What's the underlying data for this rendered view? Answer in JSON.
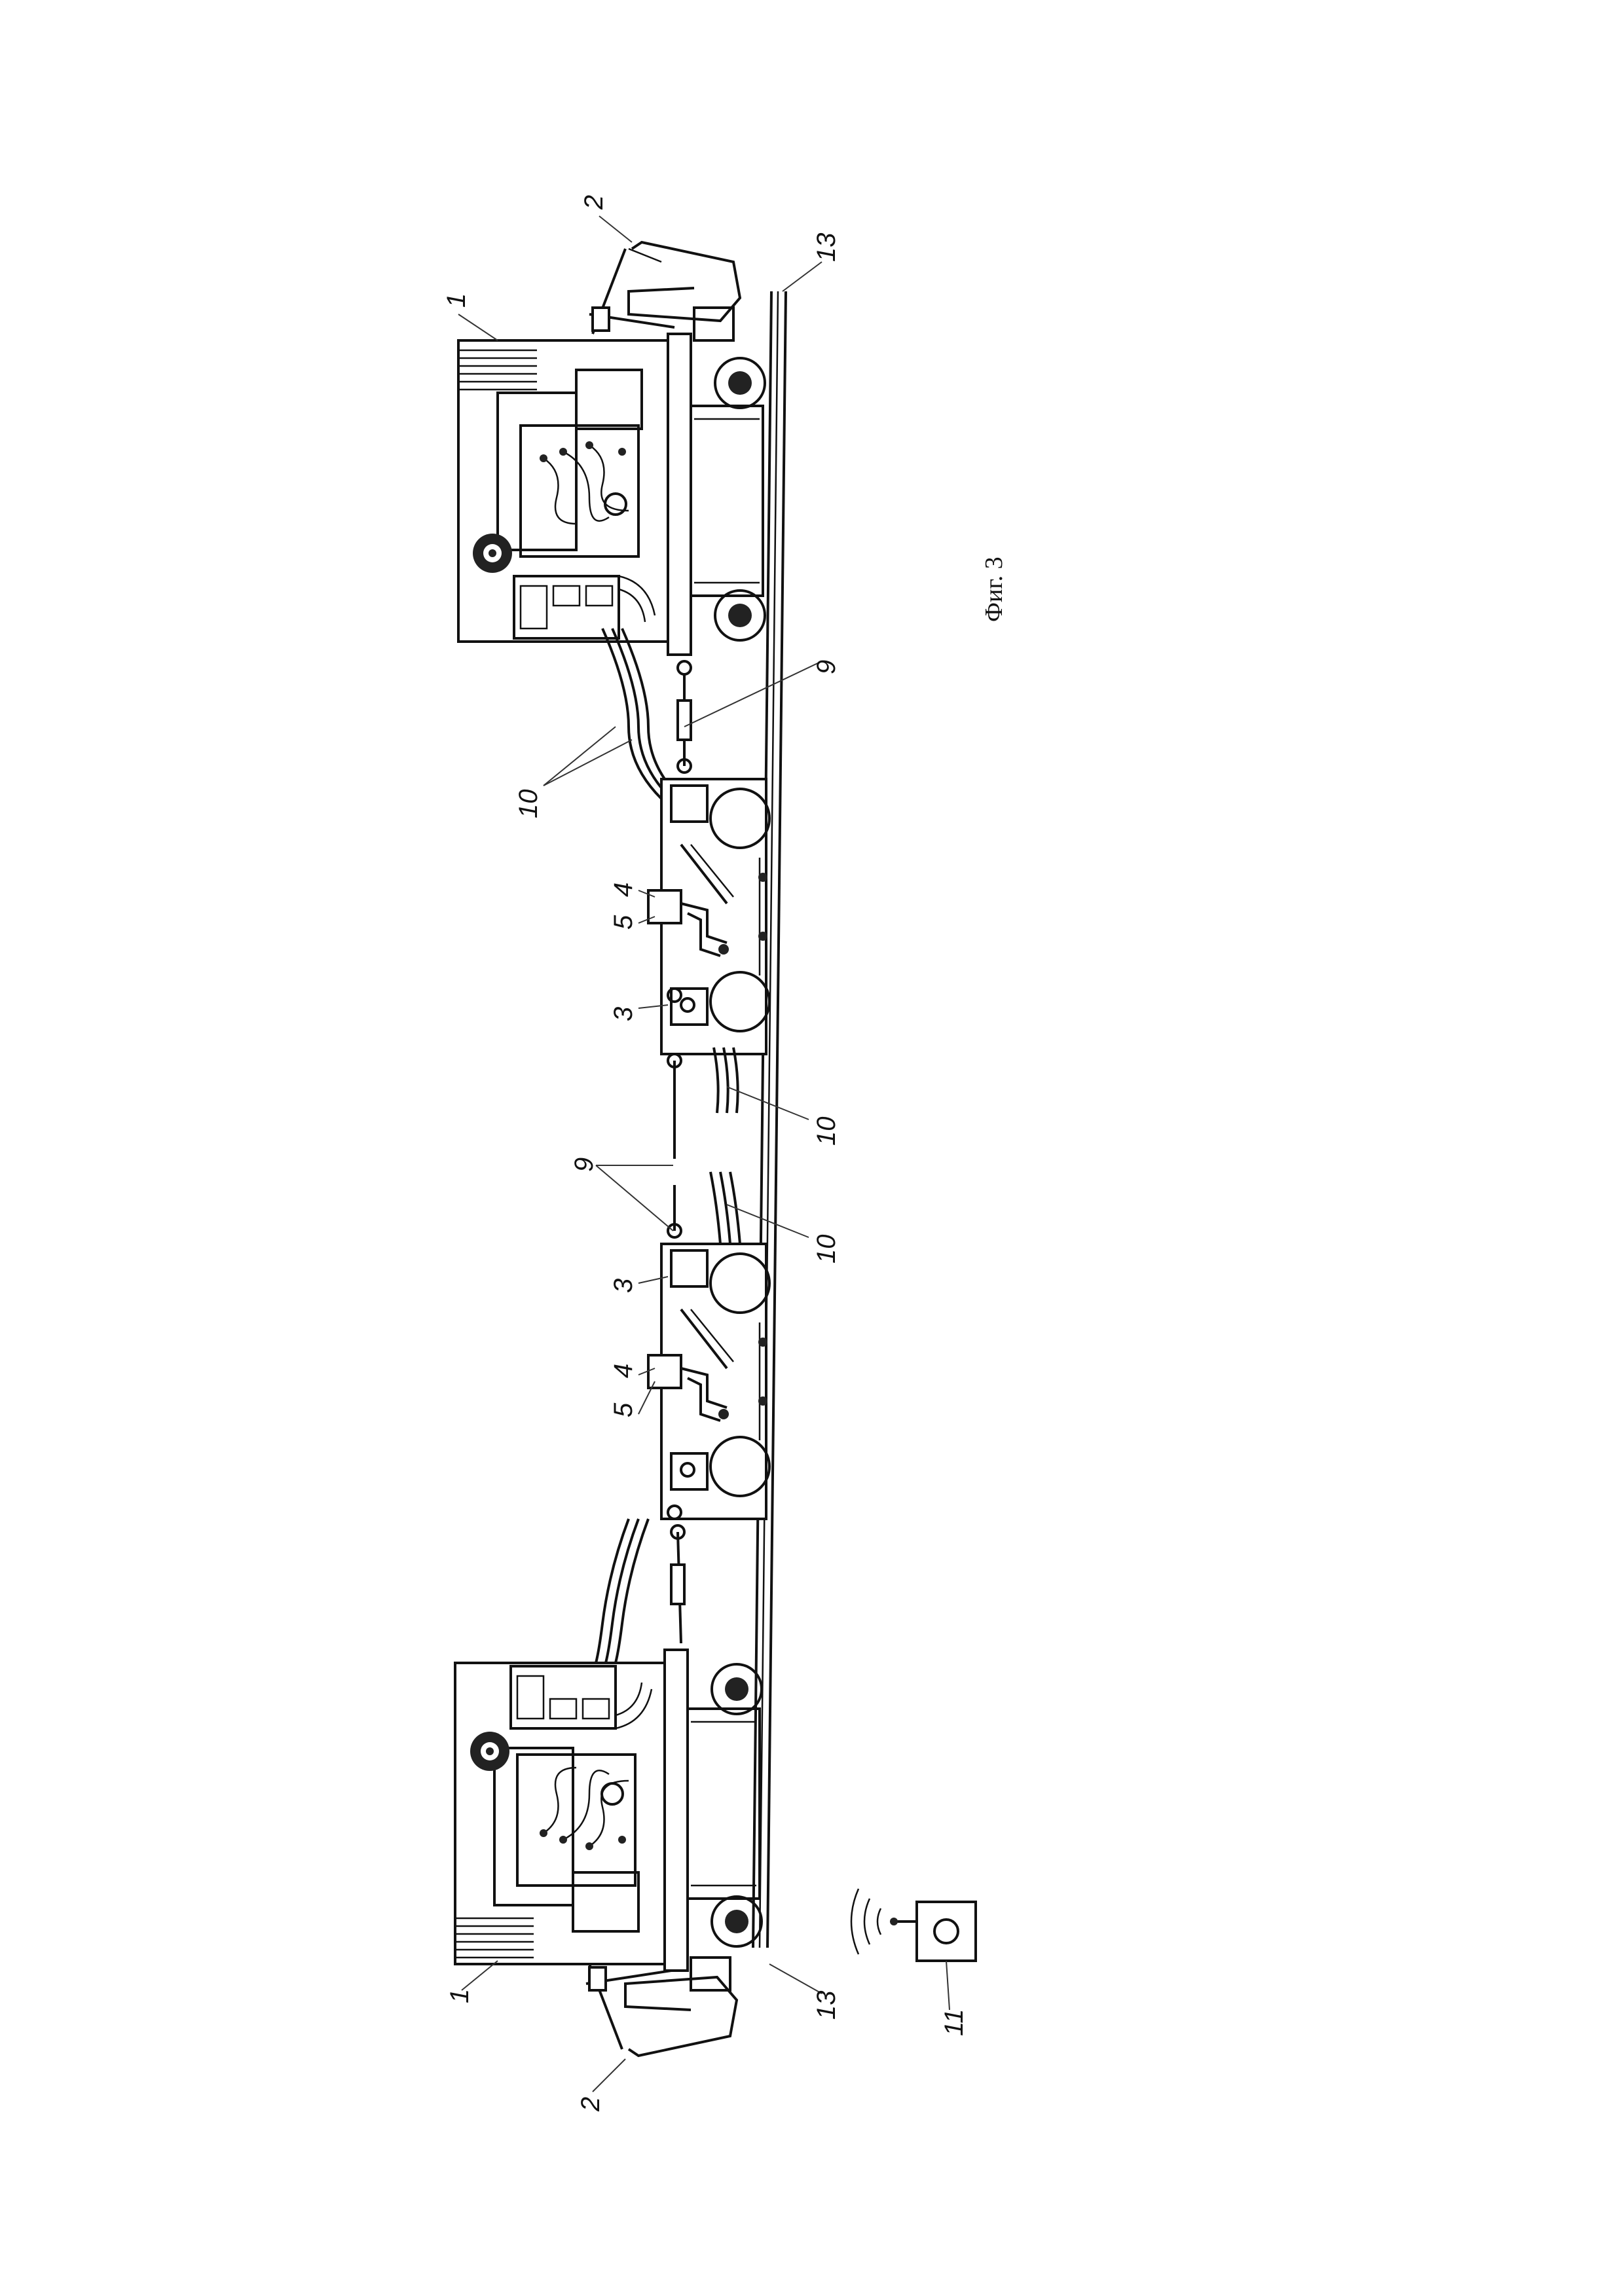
{
  "figure": {
    "caption": "Фиг. 3"
  },
  "labels": {
    "top_machine": "1",
    "top_trolley": "2",
    "top_rail": "13",
    "top_cable": "9",
    "top_hoses": "10",
    "upper_unit_4": "4",
    "upper_unit_5": "5",
    "upper_unit_3": "3",
    "mid_hoses_1": "10",
    "mid_cable": "9",
    "mid_hoses_2": "10",
    "lower_unit_3": "3",
    "lower_unit_4": "4",
    "lower_unit_5": "5",
    "bottom_machine": "1",
    "bottom_trolley": "2",
    "bottom_rail": "13",
    "remote": "11"
  },
  "colors": {
    "ink": "#111111",
    "paper": "#ffffff"
  }
}
